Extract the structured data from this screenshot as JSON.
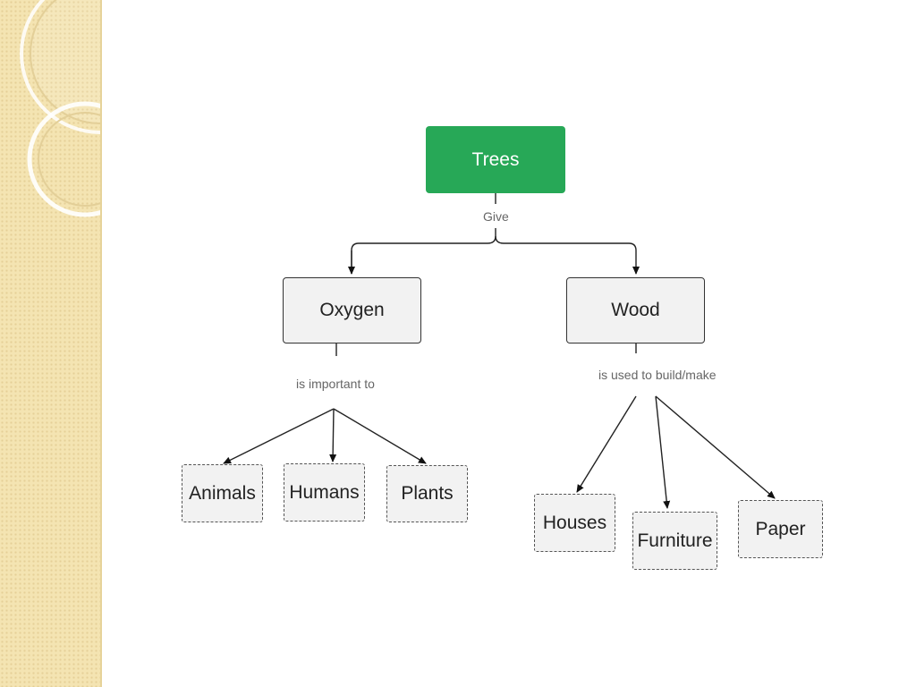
{
  "diagram": {
    "root": {
      "label": "Trees"
    },
    "root_link": "Give",
    "branches": [
      {
        "label": "Oxygen",
        "link": "is important to",
        "children": [
          "Animals",
          "Humans",
          "Plants"
        ]
      },
      {
        "label": "Wood",
        "link": "is used to build/make",
        "children": [
          "Houses",
          "Furniture",
          "Paper"
        ]
      }
    ]
  },
  "colors": {
    "root_fill": "#27a857",
    "node_fill": "#f2f2f2",
    "sidebar": "#f4e4b2"
  }
}
